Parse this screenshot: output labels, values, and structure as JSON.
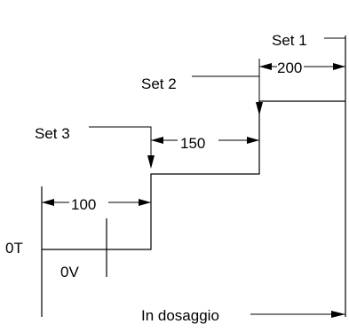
{
  "diagram": {
    "labels": {
      "set1": "Set 1",
      "set2": "Set 2",
      "set3": "Set 3",
      "dim_200": "200",
      "dim_150": "150",
      "dim_100": "100",
      "zero_t": "0T",
      "zero_v": "0V",
      "in_dosaggio": "In dosaggio"
    }
  }
}
